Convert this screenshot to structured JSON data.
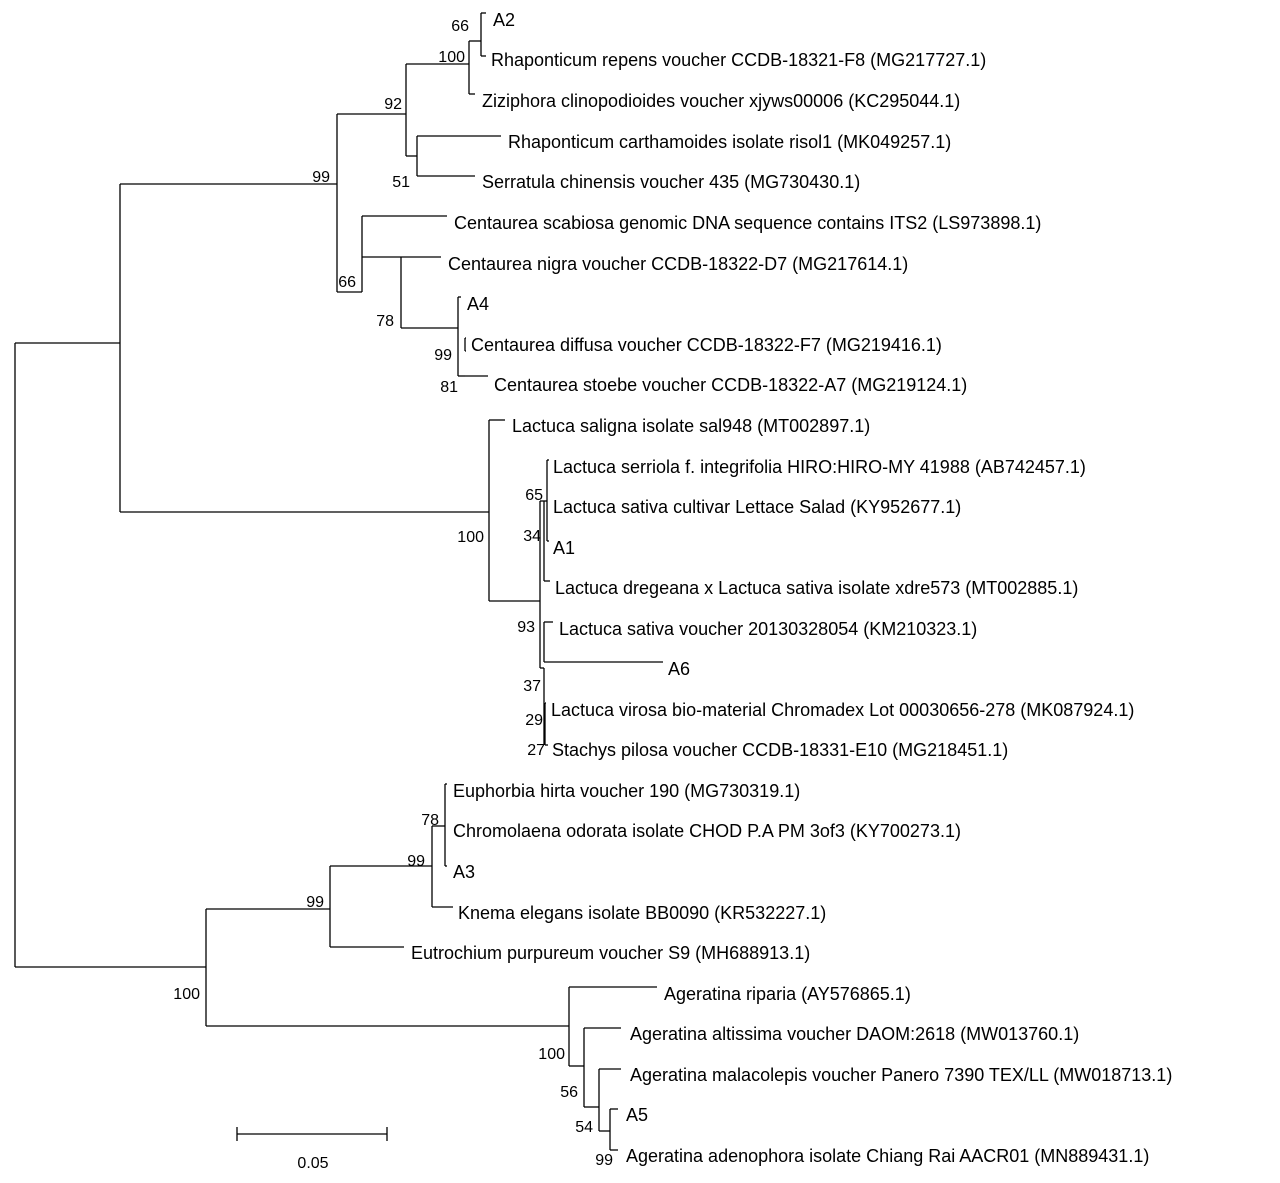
{
  "figure": {
    "scale_bar_label": "0.05",
    "colors": {
      "line": "#000000",
      "background": "#ffffff"
    }
  },
  "taxa": [
    "A2",
    "Rhaponticum repens voucher CCDB-18321-F8 (MG217727.1)",
    "Ziziphora clinopodioides voucher xjyws00006 (KC295044.1)",
    "Rhaponticum carthamoides isolate risol1 (MK049257.1)",
    "Serratula chinensis voucher 435 (MG730430.1)",
    "Centaurea scabiosa genomic DNA sequence contains ITS2 (LS973898.1)",
    "Centaurea nigra voucher CCDB-18322-D7 (MG217614.1)",
    "A4",
    "Centaurea diffusa voucher CCDB-18322-F7 (MG219416.1)",
    "Centaurea stoebe voucher CCDB-18322-A7 (MG219124.1)",
    "Lactuca saligna isolate sal948 (MT002897.1)",
    "Lactuca serriola f. integrifolia HIRO:HIRO-MY 41988 (AB742457.1)",
    "Lactuca sativa cultivar Lettace Salad (KY952677.1)",
    "A1",
    "Lactuca dregeana x Lactuca sativa isolate xdre573 (MT002885.1)",
    "Lactuca sativa voucher 20130328054 (KM210323.1)",
    "A6",
    "Lactuca virosa bio-material Chromadex Lot 00030656-278 (MK087924.1)",
    "Stachys pilosa voucher CCDB-18331-E10 (MG218451.1)",
    "Euphorbia hirta voucher 190 (MG730319.1)",
    "Chromolaena odorata isolate CHOD P.A PM 3of3 (KY700273.1)",
    "A3",
    "Knema elegans isolate BB0090 (KR532227.1)",
    "Eutrochium purpureum voucher S9 (MH688913.1)",
    "Ageratina riparia (AY576865.1)",
    "Ageratina altissima voucher DAOM:2618 (MW013760.1)",
    "Ageratina malacolepis voucher Panero 7390 TEX/LL (MW018713.1)",
    "A5",
    "Ageratina adenophora isolate Chiang Rai AACR01 (MN889431.1)"
  ],
  "bootstrap": [
    "66",
    "100",
    "92",
    "51",
    "99",
    "66",
    "78",
    "99",
    "81",
    "100",
    "65",
    "34",
    "93",
    "37",
    "29",
    "27",
    "78",
    "99",
    "99",
    "100",
    "100",
    "56",
    "54",
    "99"
  ]
}
